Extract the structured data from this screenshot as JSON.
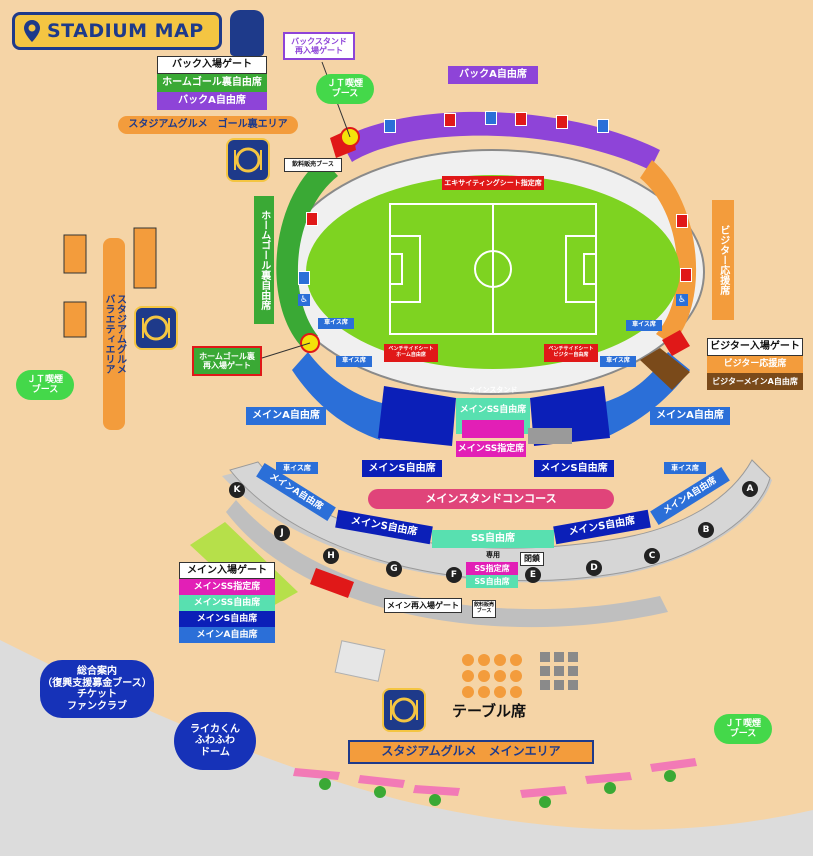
{
  "title": "STADIUM MAP",
  "field": {
    "exciting_seat": "エキサイティングシート指定席",
    "bench_home": "ベンチサイドシート\nホーム自由席",
    "bench_visitor": "ベンチサイドシート\nビジター自由席",
    "main_stand": "メインスタンド"
  },
  "back": {
    "a_free": "バックA自由席",
    "restand_gate": "バックスタンド\n再入場ゲート",
    "gate": "バック入場ゲート",
    "gate_seats": [
      "ホームゴール裏自由席",
      "バックA自由席"
    ]
  },
  "home": {
    "goal_free": "ホームゴール裏自由席",
    "reentry_gate": "ホームゴール裏\n再入場ゲート"
  },
  "visitor": {
    "support": "ビジター応援席",
    "gate": "ビジター入場ゲート",
    "gate_seats": [
      "ビジター応援席",
      "ビジターメインA自由席"
    ]
  },
  "main": {
    "a_left": "メインA自由席",
    "a_right": "メインA自由席",
    "ss_free": "メインSS自由席",
    "ss_reserved": "メインSS指定席",
    "s_left": "メインS自由席",
    "s_right": "メインS自由席",
    "concourse": "メインスタンドコンコース",
    "lower_a_left": "メインA自由席",
    "lower_a_right": "メインA自由席",
    "lower_s_left": "メインS自由席",
    "lower_s_right": "メインS自由席",
    "ss_free_lower": "SS自由席",
    "dedicated": "専用",
    "ss_reserved_lower": "SS指定席",
    "ss_free_small": "SS自由席",
    "closed": "閉鎖",
    "entry_gate": "メイン入場ゲート",
    "entry_gate_seats": [
      "メインSS指定席",
      "メインSS自由席",
      "メインS自由席",
      "メインA自由席"
    ],
    "reentry_gate": "メイン再入場ゲート",
    "drink_booth": "飲料販売\nブース"
  },
  "wheelchair": "車イス席",
  "drink_booth_back": "飲料販売ブース",
  "gates": [
    "A",
    "B",
    "C",
    "D",
    "E",
    "F",
    "G",
    "H",
    "J",
    "K"
  ],
  "areas": {
    "gourmet_goal": "スタジアムグルメ　ゴール裏エリア",
    "gourmet_variety": "スタジアムグルメ\nバラエティエリア",
    "gourmet_main": "スタジアムグルメ　メインエリア",
    "table_seats": "テーブル席",
    "info": "総合案内\n（復興支援募金ブース）\nチケット\nファンクラブ",
    "raika_dome": "ライカくん\nふわふわ\nドーム",
    "smoking_top": "ＪＴ喫煙\nブース",
    "smoking_left": "ＪＴ喫煙\nブース",
    "smoking_right": "ＪＴ喫煙\nブース"
  },
  "colors": {
    "ground": "#f5d4a6",
    "pitch": "#7ed321",
    "back_stand": "#8e44d8",
    "home_stand": "#3aa935",
    "visitor_stand": "#f39c3c",
    "main_a": "#2b6fd8",
    "main_s": "#0b1fb8",
    "main_ss": "#58e0b0",
    "ss_reserved": "#e21fb6",
    "concourse": "#e0447a",
    "gate_red": "#e01818",
    "smoking_green": "#44d84a",
    "info_navy": "#1632b8"
  },
  "icons": [
    "restroom-icon",
    "wheelchair-icon",
    "gourmet-icon",
    "map-pin-icon",
    "mascot-icon"
  ]
}
